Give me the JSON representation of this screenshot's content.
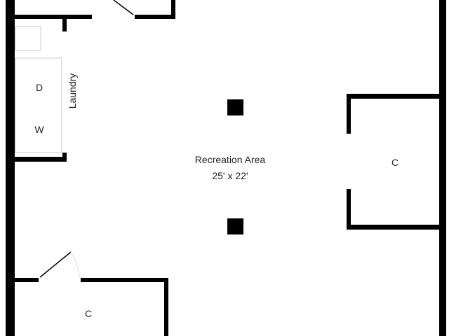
{
  "rooms": {
    "recreation": {
      "name": "Recreation Area",
      "dimensions": "25' x 22'"
    },
    "laundry": {
      "name": "Laundry",
      "dryer": "D",
      "washer": "W"
    },
    "closet_right": {
      "name": "C"
    },
    "closet_bottom_left": {
      "name": "C"
    }
  },
  "colors": {
    "wall": "#000000",
    "fixture": "#cccccc",
    "background": "#ffffff"
  }
}
